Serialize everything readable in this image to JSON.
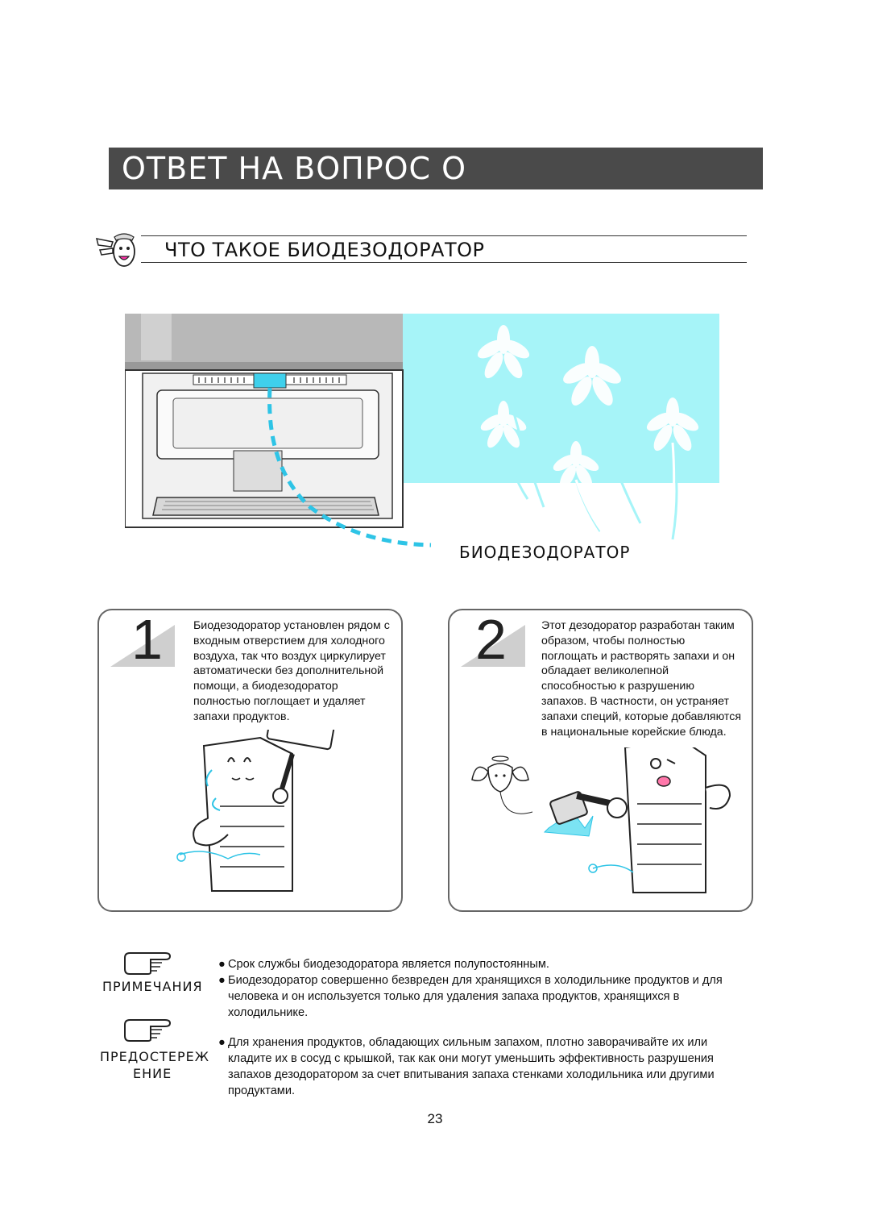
{
  "header": {
    "title": "ОТВЕТ НА ВОПРОС О БИОДЕЗОДОРАТОРЕ"
  },
  "section": {
    "title": "ЧТО ТАКОЕ БИОДЕЗОДОРАТОР"
  },
  "illustration": {
    "label": "БИОДЕЗОДОРАТОР"
  },
  "steps": [
    {
      "number": "1",
      "lines": [
        "Биодезодоратор установлен рядом с",
        "входным отверстием для холодного",
        "воздуха, так что воздух циркулирует",
        "автоматически без дополнительной",
        "помощи, а биодезодоратор",
        "полностью поглощает и удаляет",
        "запахи продуктов."
      ]
    },
    {
      "number": "2",
      "lines": [
        "Этот дезодоратор разработан таким",
        "образом, чтобы полностью",
        "поглощать и растворять запахи и он",
        "обладает великолепной",
        "способностью к разрушению",
        "запахов. В частности, он устраняет",
        "запахи специй, которые добавляются",
        "в национальные корейские блюда."
      ]
    }
  ],
  "notes": {
    "label": "ПРИМЕЧАНИЯ",
    "items": [
      "Срок службы биодезодоратора является полупостоянным.",
      "Биодезодоратор совершенно безвреден для хранящихся в холодильнике продуктов и для",
      "человека и он используется только для удаления запаха продуктов, хранящихся в",
      "холодильнике."
    ]
  },
  "warning": {
    "label_line1": "ПРЕДОСТЕРЕЖ",
    "label_line2": "ЕНИЕ",
    "lines": [
      "Для хранения продуктов, обладающих сильным запахом, плотно заворачивайте их или",
      "кладите их в сосуд с крышкой, так как они могут уменьшить эффективность разрушения",
      "запахов дезодоратором за счет впитывания запаха стенками холодильника или другими",
      "продуктами."
    ]
  },
  "page_number": "23",
  "colors": {
    "title_bar": "#4a4a4a",
    "flower_bg": "#a6f4f8",
    "accent_cyan": "#2ec4e6"
  }
}
